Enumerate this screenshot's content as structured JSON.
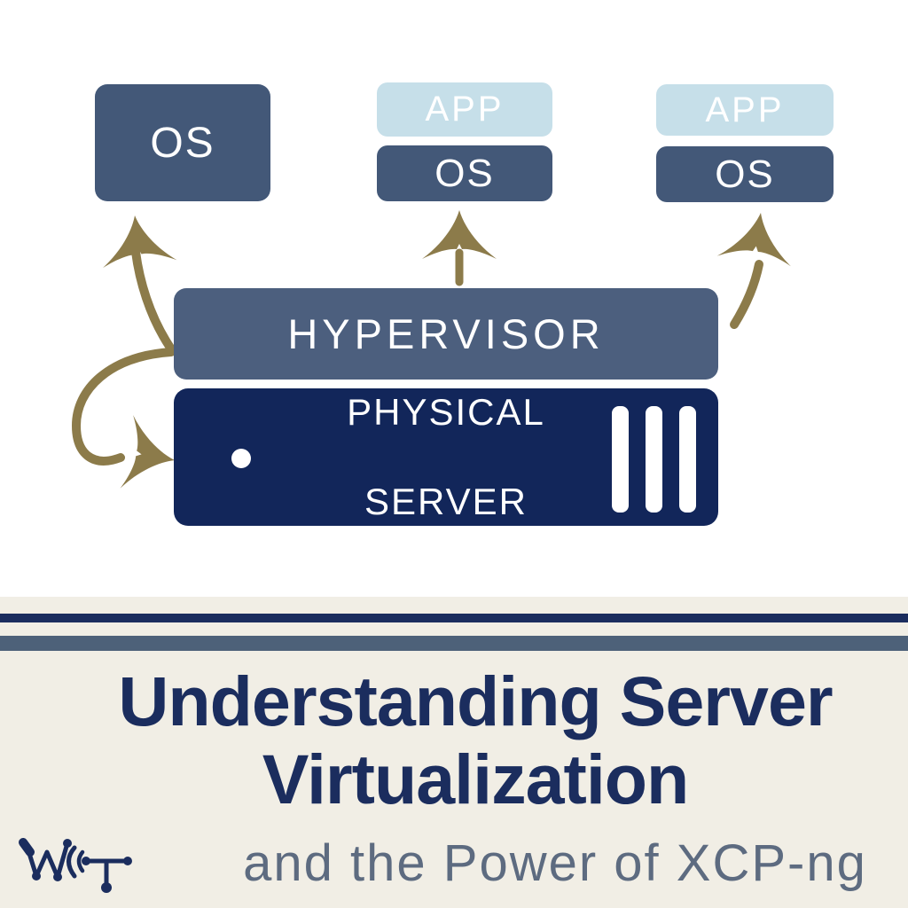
{
  "diagram": {
    "vm1": {
      "os_label": "OS"
    },
    "vm2": {
      "app_label": "APP",
      "os_label": "OS"
    },
    "vm3": {
      "app_label": "APP",
      "os_label": "OS"
    },
    "hypervisor_label": "HYPERVISOR",
    "physical_server": {
      "line1": "PHYSICAL",
      "line2": "SERVER"
    },
    "icons": [
      "curved-arrow-up-left-icon",
      "curved-arrow-loop-down-icon",
      "straight-arrow-up-icon",
      "curved-arrow-up-right-icon",
      "server-dot-icon",
      "server-vent-bars-icon"
    ]
  },
  "footer": {
    "title_line1": "Understanding Server",
    "title_line2": "Virtualization",
    "subtitle": "and the Power of XCP-ng",
    "logo": "wundertech-logo"
  },
  "colors": {
    "os_box": "#435878",
    "app_box": "#c6dfe9",
    "hypervisor_box": "#4c5f7e",
    "physical_box": "#12265a",
    "arrow": "#8c7b4a",
    "navy": "#1b2d5e",
    "slate_stripe": "#4d6179",
    "cream": "#f1eee5",
    "subtitle": "#5d6b80"
  }
}
